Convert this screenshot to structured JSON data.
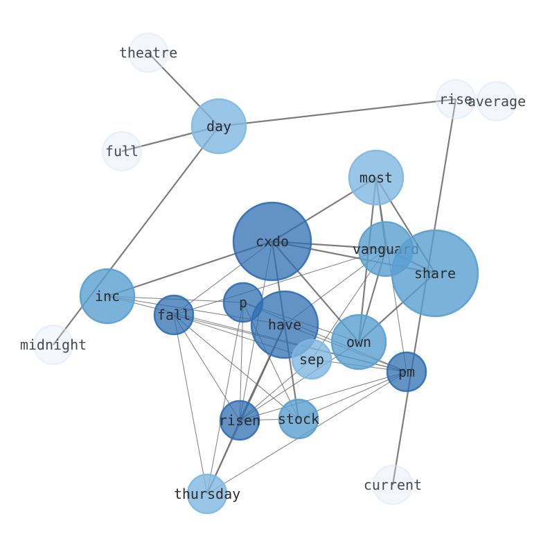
{
  "palette": {
    "dark": "#2f6eb2",
    "mid": "#5a9fcf",
    "light": "#7fb8e0",
    "faint": "#dce8f5",
    "edge": "#666666"
  },
  "nodes": [
    {
      "id": "theatre",
      "label": "theatre",
      "tone": "faint"
    },
    {
      "id": "rise",
      "label": "rise",
      "tone": "faint"
    },
    {
      "id": "average",
      "label": "average",
      "tone": "faint"
    },
    {
      "id": "day",
      "label": "day",
      "tone": "light"
    },
    {
      "id": "full",
      "label": "full",
      "tone": "faint"
    },
    {
      "id": "most",
      "label": "most",
      "tone": "light"
    },
    {
      "id": "cxdo",
      "label": "cxdo",
      "tone": "dark"
    },
    {
      "id": "vanguard",
      "label": "vanguard",
      "tone": "mid"
    },
    {
      "id": "share",
      "label": "share",
      "tone": "mid"
    },
    {
      "id": "inc",
      "label": "inc",
      "tone": "mid"
    },
    {
      "id": "p",
      "label": "p",
      "tone": "dark"
    },
    {
      "id": "fall",
      "label": "fall",
      "tone": "dark"
    },
    {
      "id": "have",
      "label": "have",
      "tone": "dark"
    },
    {
      "id": "own",
      "label": "own",
      "tone": "mid"
    },
    {
      "id": "sep",
      "label": "sep",
      "tone": "light"
    },
    {
      "id": "pm",
      "label": "pm",
      "tone": "dark"
    },
    {
      "id": "midnight",
      "label": "midnight",
      "tone": "faint"
    },
    {
      "id": "risen",
      "label": "risen",
      "tone": "dark"
    },
    {
      "id": "stock",
      "label": "stock",
      "tone": "mid"
    },
    {
      "id": "thursday",
      "label": "thursday",
      "tone": "light"
    },
    {
      "id": "current",
      "label": "current",
      "tone": "faint"
    }
  ],
  "edges": [
    {
      "s": "theatre",
      "t": "day",
      "w": "strong"
    },
    {
      "s": "full",
      "t": "day",
      "w": "strong"
    },
    {
      "s": "day",
      "t": "rise",
      "w": "strong"
    },
    {
      "s": "day",
      "t": "midnight",
      "w": "strong"
    },
    {
      "s": "rise",
      "t": "current",
      "w": "strong"
    },
    {
      "s": "most",
      "t": "cxdo",
      "w": "strong"
    },
    {
      "s": "most",
      "t": "vanguard",
      "w": "strong"
    },
    {
      "s": "most",
      "t": "share",
      "w": "strong"
    },
    {
      "s": "most",
      "t": "own",
      "w": "strong"
    },
    {
      "s": "most",
      "t": "pm",
      "w": "weak"
    },
    {
      "s": "cxdo",
      "t": "vanguard",
      "w": "strong"
    },
    {
      "s": "cxdo",
      "t": "share",
      "w": "strong"
    },
    {
      "s": "cxdo",
      "t": "inc",
      "w": "strong"
    },
    {
      "s": "cxdo",
      "t": "own",
      "w": "strong"
    },
    {
      "s": "cxdo",
      "t": "stock",
      "w": "strong"
    },
    {
      "s": "cxdo",
      "t": "fall",
      "w": "weak"
    },
    {
      "s": "cxdo",
      "t": "risen",
      "w": "weak"
    },
    {
      "s": "vanguard",
      "t": "share",
      "w": "strong"
    },
    {
      "s": "vanguard",
      "t": "own",
      "w": "strong"
    },
    {
      "s": "vanguard",
      "t": "have",
      "w": "weak"
    },
    {
      "s": "vanguard",
      "t": "sep",
      "w": "weak"
    },
    {
      "s": "vanguard",
      "t": "fall",
      "w": "weak"
    },
    {
      "s": "share",
      "t": "own",
      "w": "strong"
    },
    {
      "s": "inc",
      "t": "pm",
      "w": "weak"
    },
    {
      "s": "inc",
      "t": "have",
      "w": "weak"
    },
    {
      "s": "inc",
      "t": "p",
      "w": "weak"
    },
    {
      "s": "fall",
      "t": "pm",
      "w": "weak"
    },
    {
      "s": "fall",
      "t": "stock",
      "w": "weak"
    },
    {
      "s": "fall",
      "t": "risen",
      "w": "weak"
    },
    {
      "s": "fall",
      "t": "thursday",
      "w": "weak"
    },
    {
      "s": "fall",
      "t": "sep",
      "w": "weak"
    },
    {
      "s": "p",
      "t": "pm",
      "w": "weak"
    },
    {
      "s": "p",
      "t": "own",
      "w": "weak"
    },
    {
      "s": "p",
      "t": "stock",
      "w": "weak"
    },
    {
      "s": "p",
      "t": "risen",
      "w": "weak"
    },
    {
      "s": "p",
      "t": "thursday",
      "w": "weak"
    },
    {
      "s": "have",
      "t": "risen",
      "w": "strong"
    },
    {
      "s": "have",
      "t": "thursday",
      "w": "strong"
    },
    {
      "s": "have",
      "t": "pm",
      "w": "weak"
    },
    {
      "s": "own",
      "t": "risen",
      "w": "weak"
    },
    {
      "s": "sep",
      "t": "risen",
      "w": "weak"
    },
    {
      "s": "sep",
      "t": "pm",
      "w": "weak"
    },
    {
      "s": "pm",
      "t": "risen",
      "w": "weak"
    },
    {
      "s": "pm",
      "t": "stock",
      "w": "weak"
    },
    {
      "s": "pm",
      "t": "thursday",
      "w": "weak"
    },
    {
      "s": "risen",
      "t": "stock",
      "w": "weak"
    },
    {
      "s": "risen",
      "t": "thursday",
      "w": "weak"
    }
  ]
}
